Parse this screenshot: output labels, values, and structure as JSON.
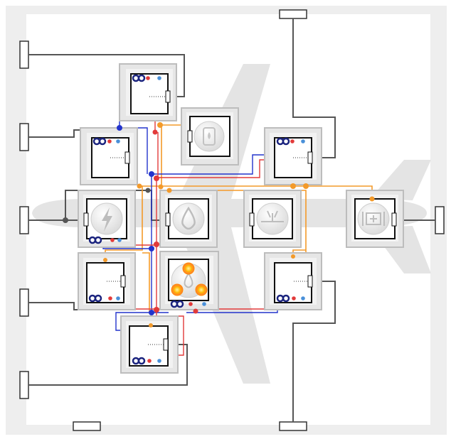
{
  "diagram": {
    "style": {
      "frame": "#eeeeee",
      "panel": "#ffffff",
      "plane": "#e4e4e4",
      "wire": "#555555",
      "orange": "#f39a2a",
      "blue": "#2233cc",
      "red": "#e23a3a",
      "light_blue": "#4a90d9",
      "gold": "#ffb300",
      "dark_ring": "#1a237e"
    },
    "blocks": [
      {
        "id": "top-left",
        "icon": null
      },
      {
        "id": "upper-left",
        "icon": null
      },
      {
        "id": "fuel-tank",
        "icon": "fuel-tank-icon"
      },
      {
        "id": "upper-right",
        "icon": null
      },
      {
        "id": "electric",
        "icon": "lightning-icon"
      },
      {
        "id": "hydraulic",
        "icon": "water-drop-icon"
      },
      {
        "id": "landing-gear",
        "icon": "landing-gear-icon"
      },
      {
        "id": "engine",
        "icon": "engine-icon"
      },
      {
        "id": "lower-left",
        "icon": null
      },
      {
        "id": "central-hub",
        "icon": "hydraulic-pumps-icon"
      },
      {
        "id": "lower-right",
        "icon": null
      },
      {
        "id": "bottom-left",
        "icon": null
      }
    ],
    "ports": [
      {
        "id": "left-1"
      },
      {
        "id": "left-2"
      },
      {
        "id": "left-3"
      },
      {
        "id": "left-4"
      },
      {
        "id": "left-5"
      },
      {
        "id": "top"
      },
      {
        "id": "right"
      },
      {
        "id": "bottom-1"
      },
      {
        "id": "bottom-2"
      }
    ]
  }
}
